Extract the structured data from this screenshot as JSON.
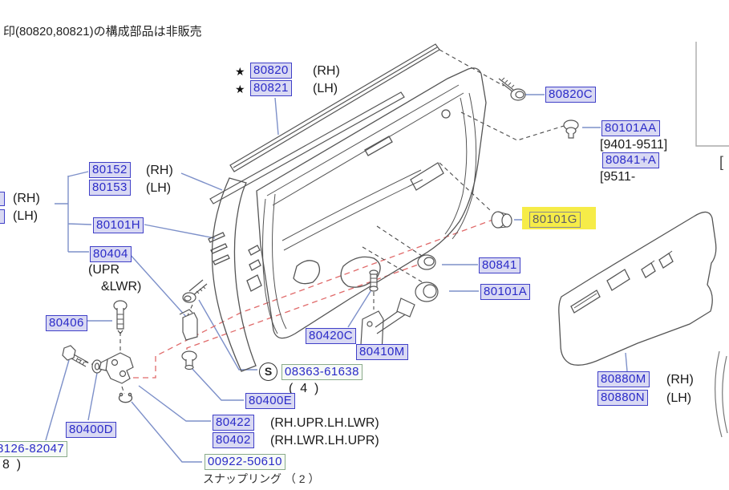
{
  "note_jp": "印(80820,80821)の構成部品は非販売",
  "star": "★",
  "texts": {
    "rh": "(RH)",
    "lh": "(LH)",
    "range_a": "[9401-9511]",
    "range_b": "[9511-",
    "upr": "(UPR",
    "lwr": "&LWR)",
    "qty4": "(  4  )",
    "snap_ring_qty": "スナップリング （ 2 ）",
    "qty8_cut": "8  )",
    "combo_a": "(RH.UPR.LH.LWR)",
    "combo_b": "(RH.LWR.LH.UPR)",
    "s_mark": "S",
    "bracket_cut": "["
  },
  "part_numbers": {
    "n80820": "80820",
    "n80821": "80821",
    "n80820c": "80820C",
    "n80101aa": "80101AA",
    "n80841a": "80841+A",
    "n80152": "80152",
    "n80153": "80153",
    "n80101h": "80101H",
    "n80404": "80404",
    "n80406": "80406",
    "n80400d": "80400D",
    "n08126": "8126-82047",
    "n80400e": "80400E",
    "n08363": "08363-61638",
    "n80422": "80422",
    "n80402": "80402",
    "n00922": "00922-50610",
    "n80420c": "80420C",
    "n80410m": "80410M",
    "n80841": "80841",
    "n80101a": "80101A",
    "n80101g": "80101G",
    "n80880m": "80880M",
    "n80880n": "80880N"
  },
  "highlight": {
    "code": "80101G",
    "color": "#f6ec48"
  },
  "colors": {
    "label_text": "#2b2bc8",
    "label_bg": "#d9d9f3",
    "label_border": "#4040c8",
    "green_box_border": "#8aab8a",
    "highlight_yellow": "#f6ec48",
    "leader_blue": "#7d90c9",
    "red_dashed": "#e06a6a",
    "line_art": "#555555"
  }
}
